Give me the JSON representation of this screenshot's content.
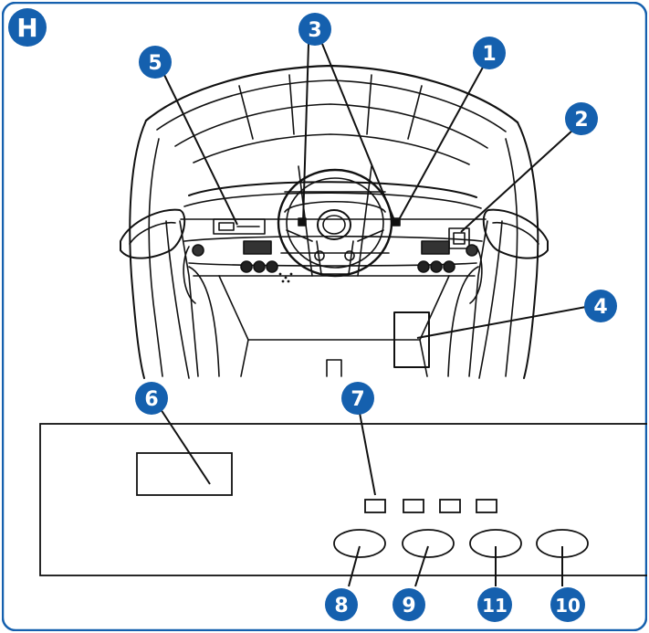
{
  "section_badge": {
    "letter": "H"
  },
  "colors": {
    "accent": "#1560ae",
    "line": "#111111",
    "background": "#ffffff"
  },
  "callouts": [
    "1",
    "2",
    "3",
    "4",
    "5",
    "6",
    "7",
    "8",
    "9",
    "10",
    "11"
  ]
}
